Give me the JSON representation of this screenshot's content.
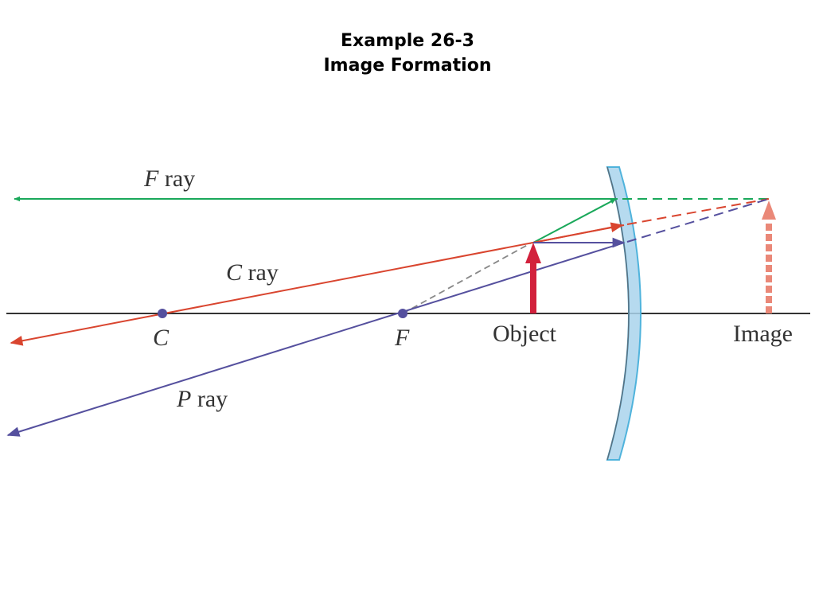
{
  "title": {
    "line1": "Example 26-3",
    "line2": "Image Formation"
  },
  "labels": {
    "f_ray_letter": "F",
    "c_ray_letter": "C",
    "p_ray_letter": "P",
    "ray_word": "ray",
    "point_c": "C",
    "point_f": "F",
    "object": "Object",
    "image": "Image"
  },
  "colors": {
    "f_ray": "#1aa85a",
    "c_ray": "#d9452f",
    "p_ray": "#55509e",
    "object_arrow": "#d2213c",
    "image_arrow": "#ea8878",
    "mirror_fill": "#a9d4ec",
    "mirror_edge": "#4fb3dc",
    "axis": "#333333",
    "construction": "#888888"
  }
}
